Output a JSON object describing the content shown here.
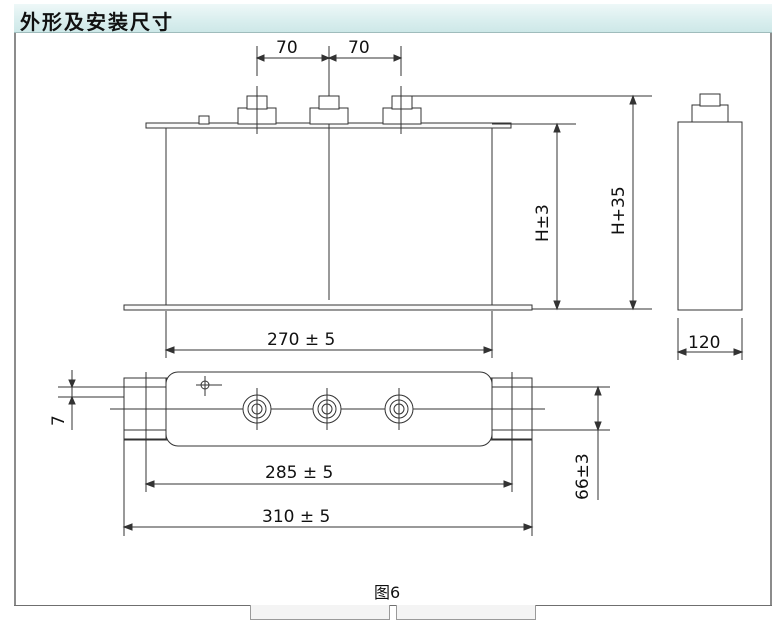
{
  "header": {
    "title": "外形及安装尺寸"
  },
  "drawing": {
    "dims": {
      "spacing_left": "70",
      "spacing_right": "70",
      "height_body": "H±3",
      "height_total": "H+35",
      "width_body": "270 ± 5",
      "depth": "120",
      "hole_pitch": "285 ± 5",
      "overall_length": "310 ± 5",
      "slot_width": "7",
      "mount_depth": "66±3"
    },
    "caption": "图6"
  }
}
